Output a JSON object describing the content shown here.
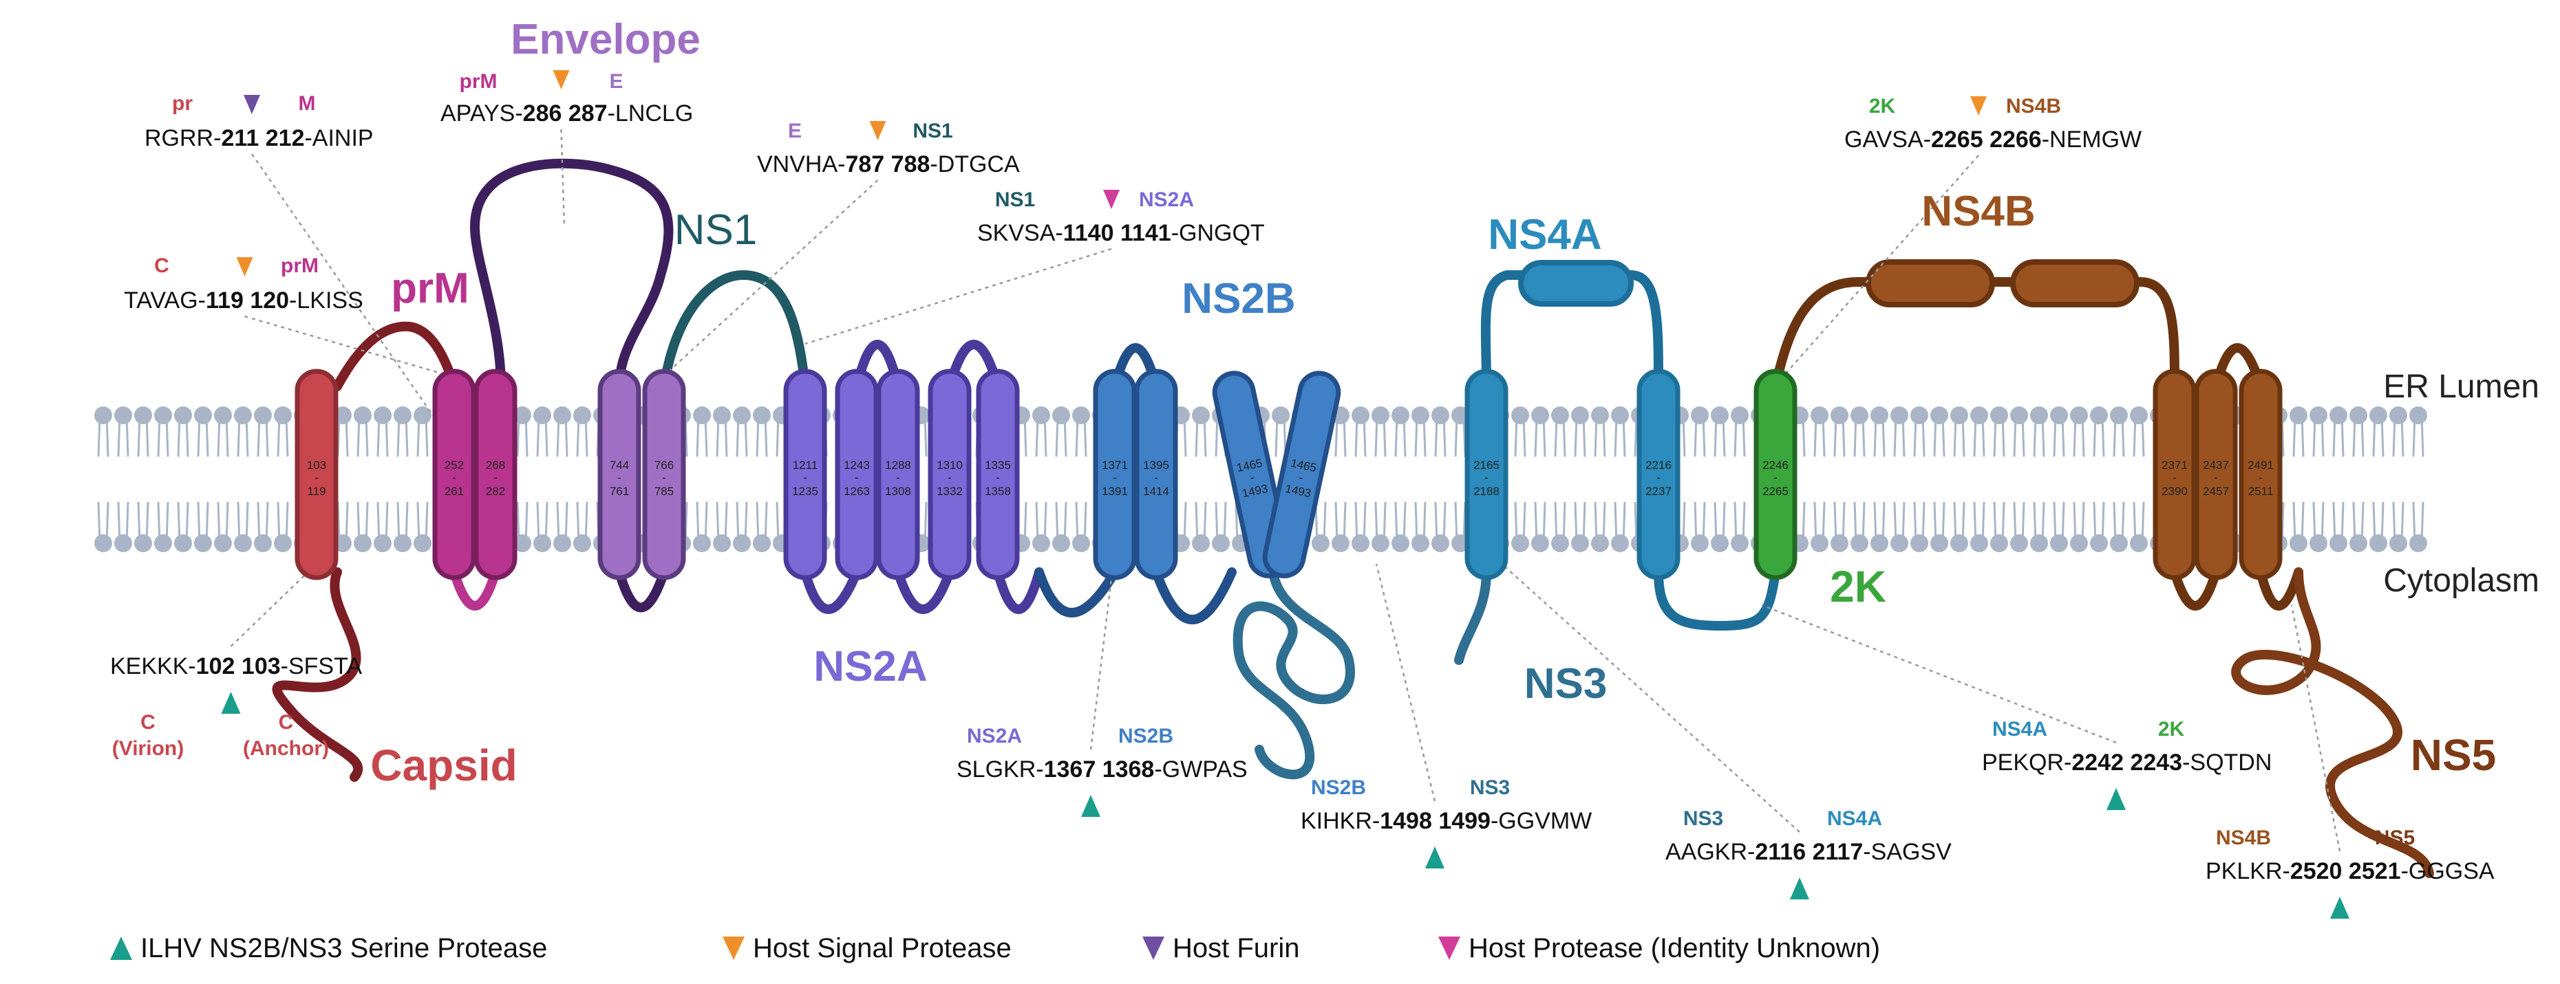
{
  "regions": {
    "er_lumen": "ER Lumen",
    "cytoplasm": "Cytoplasm"
  },
  "proteins": {
    "capsid": "Capsid",
    "prm": "prM",
    "envelope": "Envelope",
    "ns1": "NS1",
    "ns2a": "NS2A",
    "ns2b": "NS2B",
    "ns3": "NS3",
    "ns4a": "NS4A",
    "k2": "2K",
    "ns4b": "NS4B",
    "ns5": "NS5"
  },
  "helices": [
    {
      "top": "103",
      "bottom": "119"
    },
    {
      "top": "252",
      "bottom": "261"
    },
    {
      "top": "268",
      "bottom": "282"
    },
    {
      "top": "744",
      "bottom": "761"
    },
    {
      "top": "766",
      "bottom": "785"
    },
    {
      "top": "1211",
      "bottom": "1235"
    },
    {
      "top": "1243",
      "bottom": "1263"
    },
    {
      "top": "1288",
      "bottom": "1308"
    },
    {
      "top": "1310",
      "bottom": "1332"
    },
    {
      "top": "1335",
      "bottom": "1358"
    },
    {
      "top": "1371",
      "bottom": "1391"
    },
    {
      "top": "1395",
      "bottom": "1414"
    },
    {
      "top": "1465",
      "bottom": "1493"
    },
    {
      "top": "1465",
      "bottom": "1493"
    },
    {
      "top": "2165",
      "bottom": "2188"
    },
    {
      "top": "2216",
      "bottom": "2237"
    },
    {
      "top": "2246",
      "bottom": "2265"
    },
    {
      "top": "2371",
      "bottom": "2390"
    },
    {
      "top": "2437",
      "bottom": "2457"
    },
    {
      "top": "2491",
      "bottom": "2511"
    }
  ],
  "sites": [
    {
      "left": "pr",
      "right": "M",
      "before": "RGRR-",
      "n1": "211",
      "n2": "212",
      "after": "-AINIP"
    },
    {
      "left": "prM",
      "right": "E",
      "before": "APAYS-",
      "n1": "286",
      "n2": "287",
      "after": "-LNCLG"
    },
    {
      "left": "E",
      "right": "NS1",
      "before": "VNVHA-",
      "n1": "787",
      "n2": "788",
      "after": "-DTGCA"
    },
    {
      "left": "NS1",
      "right": "NS2A",
      "before": "SKVSA-",
      "n1": "1140",
      "n2": "1141",
      "after": "-GNGQT"
    },
    {
      "left": "C",
      "right": "prM",
      "before": "TAVAG-",
      "n1": "119",
      "n2": "120",
      "after": "-LKISS"
    },
    {
      "left": "2K",
      "right": "NS4B",
      "before": "GAVSA-",
      "n1": "2265",
      "n2": "2266",
      "after": "-NEMGW"
    },
    {
      "left": "C\n(Virion)",
      "right": "C\n(Anchor)",
      "before": "KEKKK-",
      "n1": "102",
      "n2": "103",
      "after": "-SFSTA"
    },
    {
      "left": "NS2A",
      "right": "NS2B",
      "before": "SLGKR-",
      "n1": "1367",
      "n2": "1368",
      "after": "-GWPAS"
    },
    {
      "left": "NS2B",
      "right": "NS3",
      "before": "KIHKR-",
      "n1": "1498",
      "n2": "1499",
      "after": "-GGVMW"
    },
    {
      "left": "NS3",
      "right": "NS4A",
      "before": "AAGKR-",
      "n1": "2116",
      "n2": "2117",
      "after": "-SAGSV"
    },
    {
      "left": "NS4A",
      "right": "2K",
      "before": "PEKQR-",
      "n1": "2242",
      "n2": "2243",
      "after": "-SQTDN"
    },
    {
      "left": "NS4B",
      "right": "NS5",
      "before": "PKLKR-",
      "n1": "2520",
      "n2": "2521",
      "after": "-GGGSA"
    }
  ],
  "legend": [
    {
      "label": "ILHV NS2B/NS3 Serine Protease",
      "color": "#1a9e8c",
      "dir": "up"
    },
    {
      "label": "Host Signal Protease",
      "color": "#ef8f2a",
      "dir": "down"
    },
    {
      "label": "Host Furin",
      "color": "#6f4fa0",
      "dir": "down"
    },
    {
      "label": "Host Protease (Identity Unknown)",
      "color": "#d23c9a",
      "dir": "down"
    }
  ],
  "colors": {
    "capsid": "#c8464d",
    "capsid_dark": "#7c1f24",
    "prm": "#b8348f",
    "envelope": "#9f6fc4",
    "envelope_dark": "#3d1f5e",
    "ns1": "#1f5a65",
    "ns2a": "#7a69d6",
    "ns2b": "#3f80c7",
    "ns3": "#2f6f91",
    "ns4a": "#2b8cbd",
    "k2": "#3aa63c",
    "ns4b": "#9a5320",
    "ns5": "#7c3a16",
    "membrane": "#a9b5c6"
  }
}
